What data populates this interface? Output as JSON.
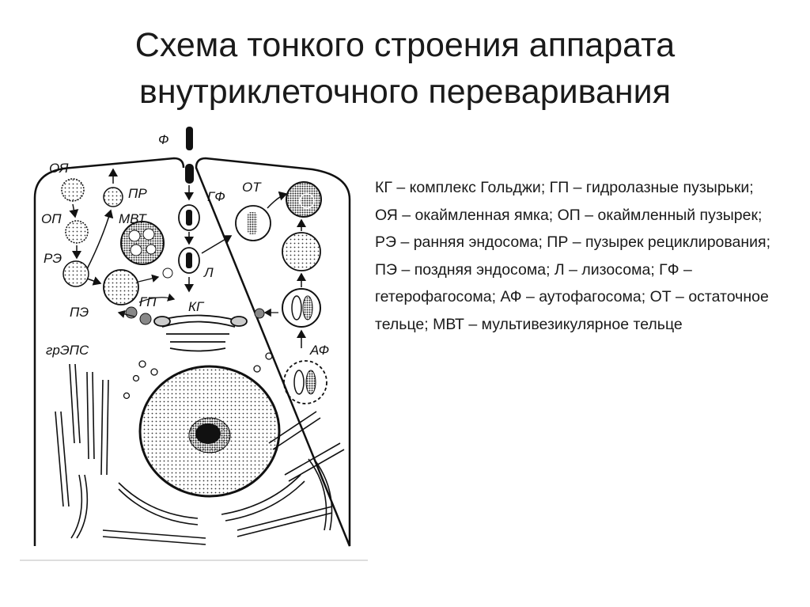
{
  "title_line1": "Схема тонкого строения аппарата",
  "title_line2": "внутриклеточного переваривания",
  "legend_text": "КГ –  комплекс Гольджи; ГП – гидролазные пузырьки; ОЯ – окаймленная ямка; ОП – окаймленный пузырек; РЭ – ранняя эндосома; ПР – пузырек рециклирования; ПЭ – поздняя эндосома; Л – лизосома; ГФ – гетерофагосома; АФ – аутофагосома; ОТ – остаточное тельце; МВТ – мультивезикулярное тельце",
  "labels": {
    "f": "Ф",
    "oya": "ОЯ",
    "op": "ОП",
    "re": "РЭ",
    "pe": "ПЭ",
    "pr": "ПР",
    "mvt": "МВТ",
    "gf": "ГФ",
    "l": "Л",
    "gp": "ГП",
    "kg": "КГ",
    "ot": "ОТ",
    "af": "АФ",
    "greps": "грЭПС"
  }
}
